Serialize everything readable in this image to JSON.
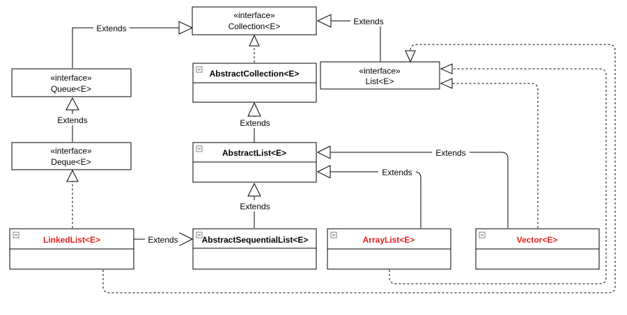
{
  "diagram": {
    "edge_label": "Extends",
    "interface_stereotype": "«interface»",
    "highlight_color": "#e0201f",
    "text_color": "#000000",
    "interfaces": {
      "collection": "Collection<E>",
      "queue": "Queue<E>",
      "deque": "Deque<E>",
      "list": "List<E>"
    },
    "classes": {
      "abstract_collection": "AbstractCollection<E>",
      "abstract_list": "AbstractList<E>",
      "abstract_sequential_list": "AbstractSequentialList<E>",
      "linked_list": "LinkedList<E>",
      "array_list": "ArrayList<E>",
      "vector": "Vector<E>"
    }
  }
}
